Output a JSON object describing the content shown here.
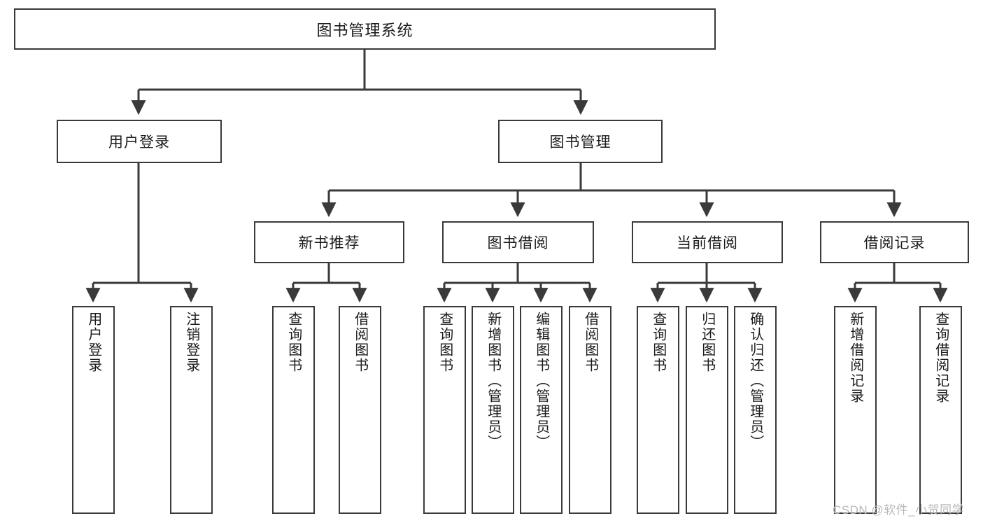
{
  "diagram": {
    "type": "hierarchy-tree",
    "title": "图书管理系统",
    "watermark": "CSDN @软件_小贺同学",
    "style": {
      "box_border_color": "#3a3a3a",
      "box_fill_color": "#ffffff",
      "line_color": "#3a3a3a",
      "text_color": "#1b1b1b",
      "watermark_color": "#b9b9b9",
      "background": "#ffffff"
    },
    "levels": {
      "level1": [
        "图书管理系统"
      ],
      "level2": [
        "用户登录",
        "图书管理"
      ],
      "level3": [
        "新书推荐",
        "图书借阅",
        "当前借阅",
        "借阅记录"
      ],
      "level4": [
        "用户登录",
        "注销登录",
        "查询图书",
        "借阅图书",
        "查询图书",
        "新增图书（管理员）",
        "编辑图书（管理员）",
        "借阅图书",
        "查询图书",
        "归还图书",
        "确认归还（管理员）",
        "新增借阅记录",
        "查询借阅记录"
      ]
    },
    "nodes": {
      "root": {
        "label": "图书管理系统"
      },
      "user_login": {
        "label": "用户登录"
      },
      "book_manage": {
        "label": "图书管理"
      },
      "new_book_rec": {
        "label": "新书推荐"
      },
      "book_borrow": {
        "label": "图书借阅"
      },
      "current_borrow": {
        "label": "当前借阅"
      },
      "borrow_record": {
        "label": "借阅记录"
      },
      "leaf_user_login": {
        "label": "用户登录"
      },
      "leaf_logout": {
        "label": "注销登录"
      },
      "leaf_query_book_1": {
        "label": "查询图书"
      },
      "leaf_borrow_book_1": {
        "label": "借阅图书"
      },
      "leaf_query_book_2": {
        "label": "查询图书"
      },
      "leaf_add_book": {
        "label": "新增图书（管理员）"
      },
      "leaf_edit_book": {
        "label": "编辑图书（管理员）"
      },
      "leaf_borrow_book_2": {
        "label": "借阅图书"
      },
      "leaf_query_book_3": {
        "label": "查询图书"
      },
      "leaf_return_book": {
        "label": "归还图书"
      },
      "leaf_confirm_return": {
        "label": "确认归还（管理员）"
      },
      "leaf_add_record": {
        "label": "新增借阅记录"
      },
      "leaf_query_record": {
        "label": "查询借阅记录"
      }
    },
    "edges": [
      {
        "from": "root",
        "to": "user_login"
      },
      {
        "from": "root",
        "to": "book_manage"
      },
      {
        "from": "user_login",
        "to": "leaf_user_login"
      },
      {
        "from": "user_login",
        "to": "leaf_logout"
      },
      {
        "from": "book_manage",
        "to": "new_book_rec"
      },
      {
        "from": "book_manage",
        "to": "book_borrow"
      },
      {
        "from": "book_manage",
        "to": "current_borrow"
      },
      {
        "from": "book_manage",
        "to": "borrow_record"
      },
      {
        "from": "new_book_rec",
        "to": "leaf_query_book_1"
      },
      {
        "from": "new_book_rec",
        "to": "leaf_borrow_book_1"
      },
      {
        "from": "book_borrow",
        "to": "leaf_query_book_2"
      },
      {
        "from": "book_borrow",
        "to": "leaf_add_book"
      },
      {
        "from": "book_borrow",
        "to": "leaf_edit_book"
      },
      {
        "from": "book_borrow",
        "to": "leaf_borrow_book_2"
      },
      {
        "from": "current_borrow",
        "to": "leaf_query_book_3"
      },
      {
        "from": "current_borrow",
        "to": "leaf_return_book"
      },
      {
        "from": "current_borrow",
        "to": "leaf_confirm_return"
      },
      {
        "from": "borrow_record",
        "to": "leaf_add_record"
      },
      {
        "from": "borrow_record",
        "to": "leaf_query_record"
      }
    ]
  }
}
